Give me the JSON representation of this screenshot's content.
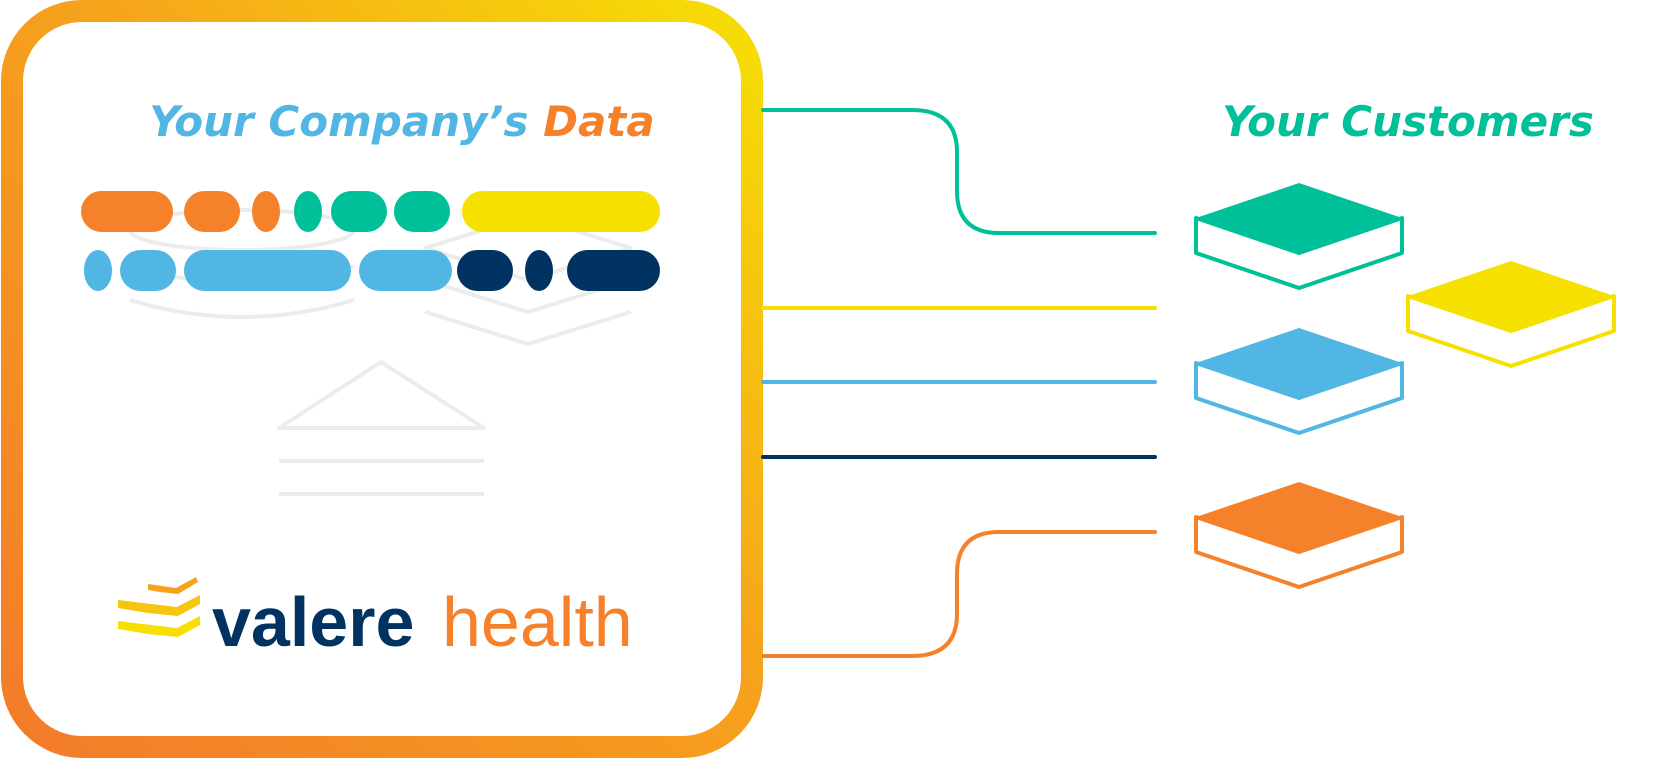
{
  "left_panel": {
    "title_part1": "Your Company’s ",
    "title_part2": "Data"
  },
  "right_panel": {
    "title": "Your Customers"
  },
  "logo": {
    "word1": "valere",
    "word2": "health"
  },
  "colors": {
    "orange": "#F5822A",
    "yellow": "#F5E000",
    "teal": "#00C09A",
    "blue": "#51B6E4",
    "navy": "#003262",
    "faint": "#ECECEC"
  },
  "connectors": [
    "teal",
    "yellow",
    "blue",
    "navy",
    "orange"
  ],
  "customer_stacks": [
    "teal",
    "yellow",
    "blue",
    "orange"
  ],
  "data_pills_row1": [
    "orange",
    "orange",
    "orange",
    "teal",
    "teal",
    "teal",
    "yellow"
  ],
  "data_pills_row2": [
    "blue",
    "blue",
    "blue",
    "blue",
    "navy",
    "navy",
    "navy"
  ]
}
